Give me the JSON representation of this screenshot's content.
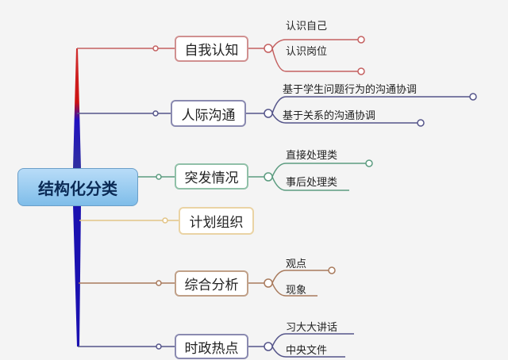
{
  "root": {
    "label": "结构化分类"
  },
  "branches": [
    {
      "label": "自我认知",
      "color": "#c46060",
      "children": [
        "认识自己",
        "认识岗位"
      ]
    },
    {
      "label": "人际沟通",
      "color": "#55558a",
      "children": [
        "基于学生问题行为的沟通协调",
        "基于关系的沟通协调"
      ]
    },
    {
      "label": "突发情况",
      "color": "#5c9c80",
      "children": [
        "直接处理类",
        "事后处理类"
      ]
    },
    {
      "label": "计划组织",
      "color": "#e2c486",
      "children": []
    },
    {
      "label": "综合分析",
      "color": "#a87a5c",
      "children": [
        "观点",
        "现象"
      ]
    },
    {
      "label": "时政热点",
      "color": "#55558a",
      "children": [
        "习大大讲话",
        "中央文件"
      ]
    }
  ]
}
